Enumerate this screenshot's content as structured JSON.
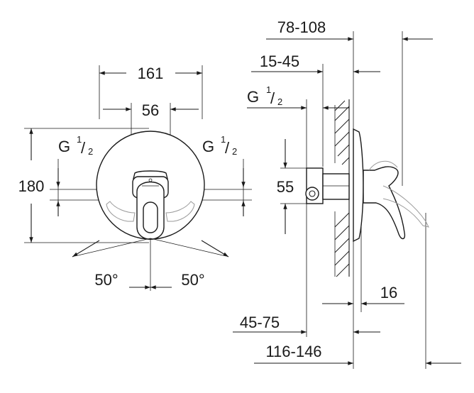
{
  "front_view": {
    "width_label": "161",
    "inner_width_label": "56",
    "height_label": "180",
    "thread_left": {
      "main": "G",
      "num": "1",
      "den": "2"
    },
    "thread_right": {
      "main": "G",
      "num": "1",
      "den": "2"
    },
    "angle_left": "50°",
    "angle_right": "50°"
  },
  "side_view": {
    "depth_total_label": "78-108",
    "wall_offset_label": "15-45",
    "thread": {
      "main": "G",
      "num": "1",
      "den": "2"
    },
    "height_label": "55",
    "plate_label": "16",
    "bottom_small_label": "45-75",
    "bottom_total_label": "116-146"
  }
}
